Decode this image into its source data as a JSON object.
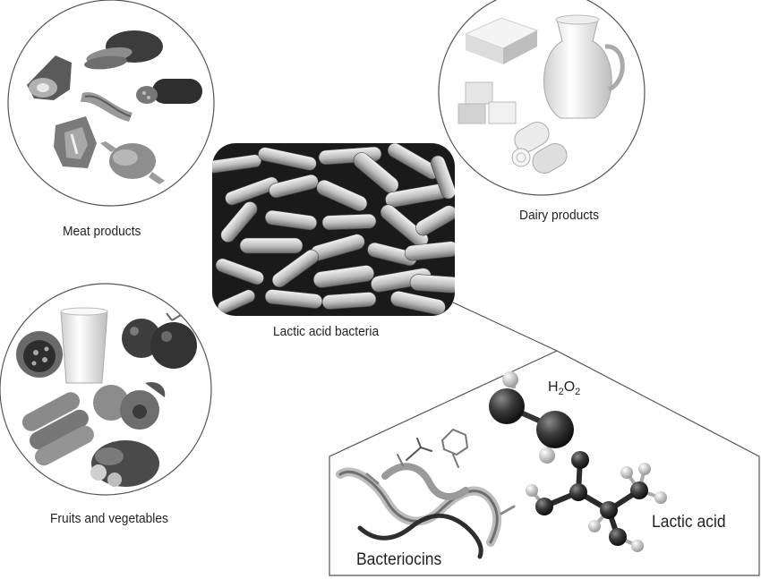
{
  "labels": {
    "meat": "Meat products",
    "dairy": "Dairy products",
    "bacteria": "Lactic acid bacteria",
    "fruits": "Fruits and vegetables",
    "bacteriocins": "Bacteriocins",
    "lactic_acid": "Lactic acid"
  },
  "h2o2": {
    "h1": "H",
    "n1": "2",
    "o": "O",
    "n2": "2"
  },
  "colors": {
    "outline": "#444444",
    "atom_dark": "#2b2b2b",
    "atom_light": "#e6e6e6"
  }
}
